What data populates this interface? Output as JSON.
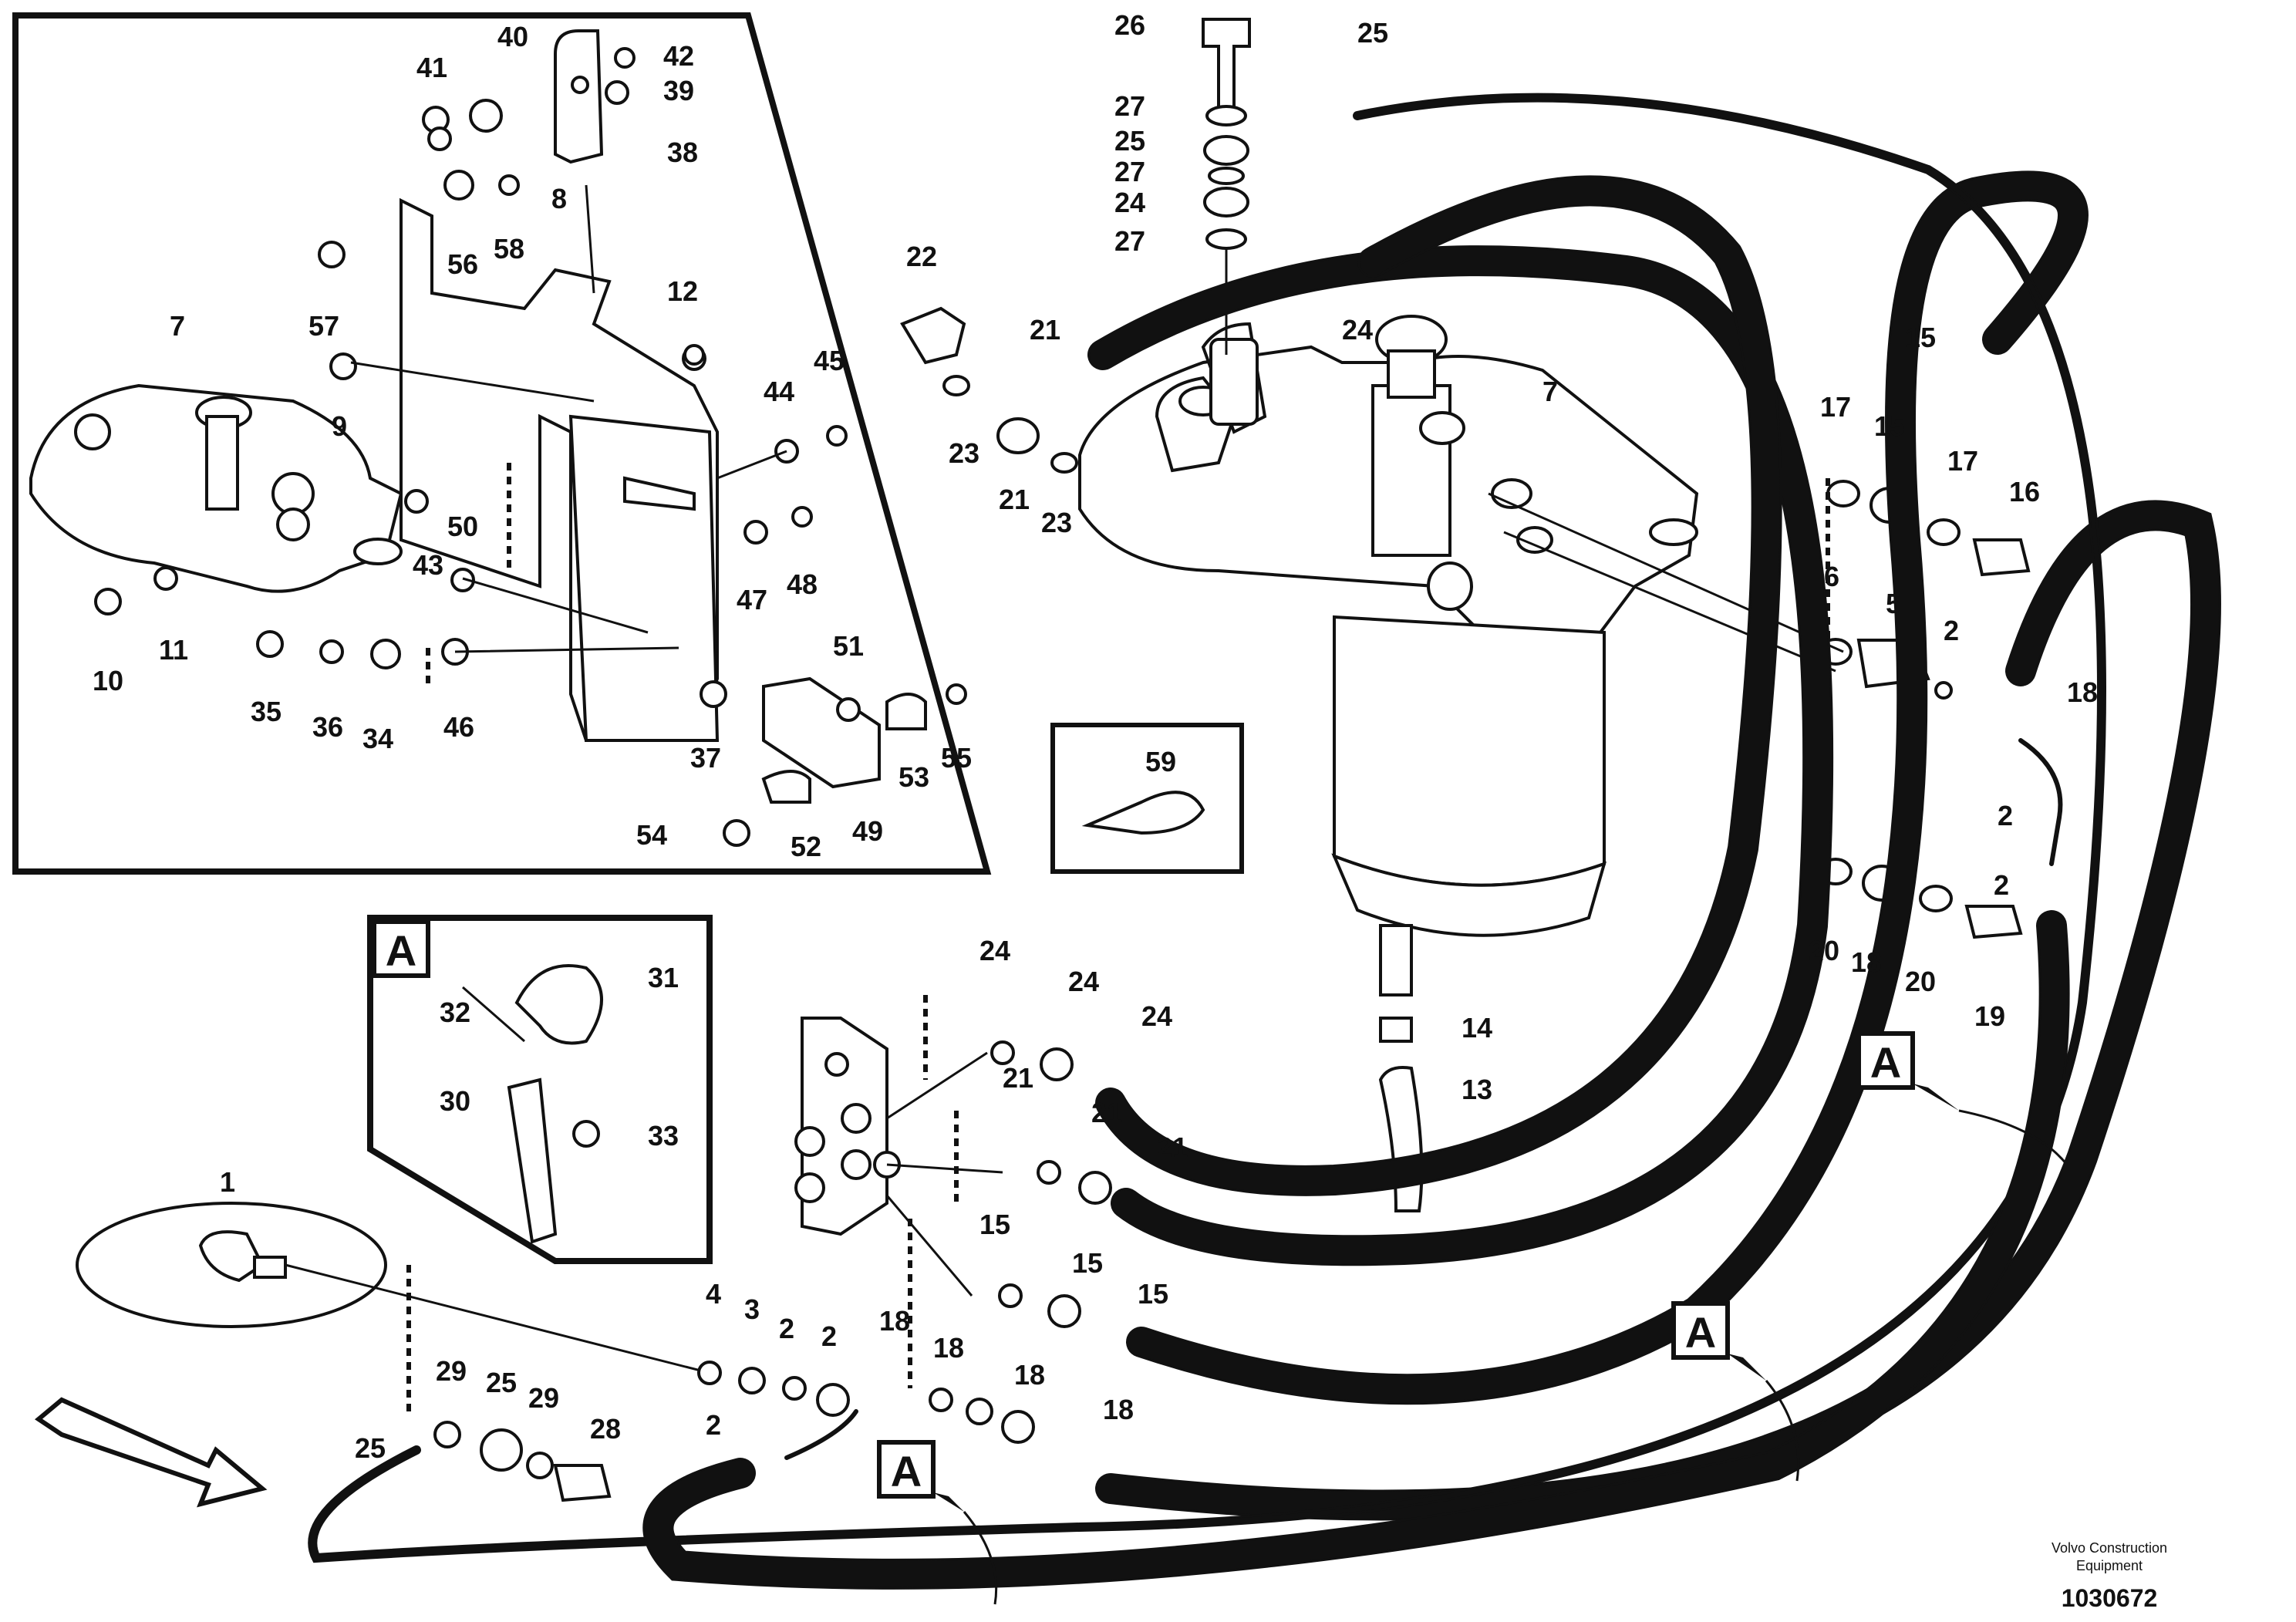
{
  "labels": {
    "l1": "1",
    "l2": "2",
    "l3": "3",
    "l4": "4",
    "l5": "5",
    "l6": "6",
    "l7": "7",
    "l8": "8",
    "l9": "9",
    "l10": "10",
    "l11": "11",
    "l12": "12",
    "l13": "13",
    "l14": "14",
    "l15": "15",
    "l16": "16",
    "l17": "17",
    "l18": "18",
    "l19": "19",
    "l20": "20",
    "l21": "21",
    "l22": "22",
    "l23": "23",
    "l24": "24",
    "l25": "25",
    "l26": "26",
    "l27": "27",
    "l28": "28",
    "l29": "29",
    "l30": "30",
    "l31": "31",
    "l32": "32",
    "l33": "33",
    "l34": "34",
    "l35": "35",
    "l36": "36",
    "l37": "37",
    "l38": "38",
    "l39": "39",
    "l40": "40",
    "l41": "41",
    "l42": "42",
    "l43": "43",
    "l44": "44",
    "l45": "45",
    "l46": "46",
    "l47": "47",
    "l48": "48",
    "l49": "49",
    "l50": "50",
    "l51": "51",
    "l52": "52",
    "l53": "53",
    "l54": "54",
    "l55": "55",
    "l56": "56",
    "l57": "57",
    "l58": "58",
    "l59": "59"
  },
  "reference_marker": "A",
  "caption": {
    "line1": "Volvo Construction",
    "line2": "Equipment"
  },
  "document_number": "1030672"
}
